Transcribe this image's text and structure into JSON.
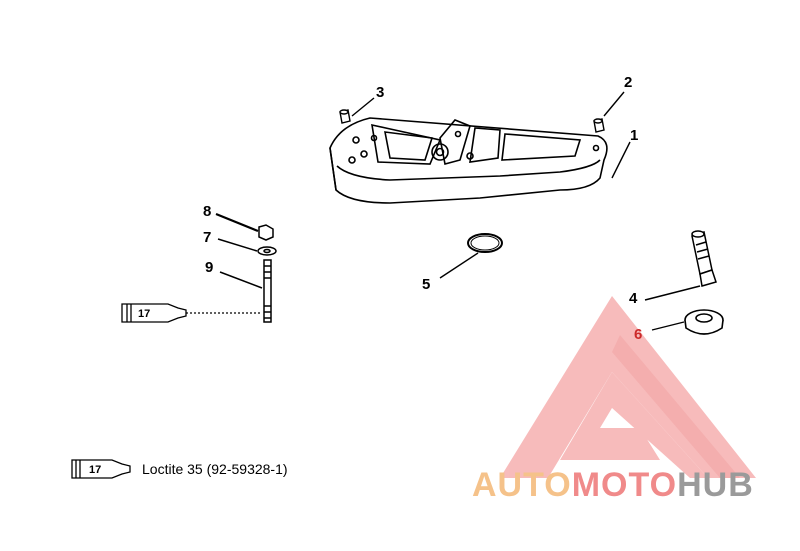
{
  "callouts": {
    "c1": "1",
    "c2": "2",
    "c3": "3",
    "c4": "4",
    "c5": "5",
    "c6": "6",
    "c7": "7",
    "c8": "8",
    "c9": "9"
  },
  "sealant": {
    "tube_number": "17",
    "legend_label": "Loctite 35 (92-59328-1)"
  },
  "watermark": {
    "part1": "AUTO",
    "part2": "MOTO",
    "part3": "HUB",
    "colors": {
      "auto": "#f5c28a",
      "moto": "#f08a8a",
      "hub": "#9a9a9a",
      "logo": "#f4a8a8"
    }
  }
}
